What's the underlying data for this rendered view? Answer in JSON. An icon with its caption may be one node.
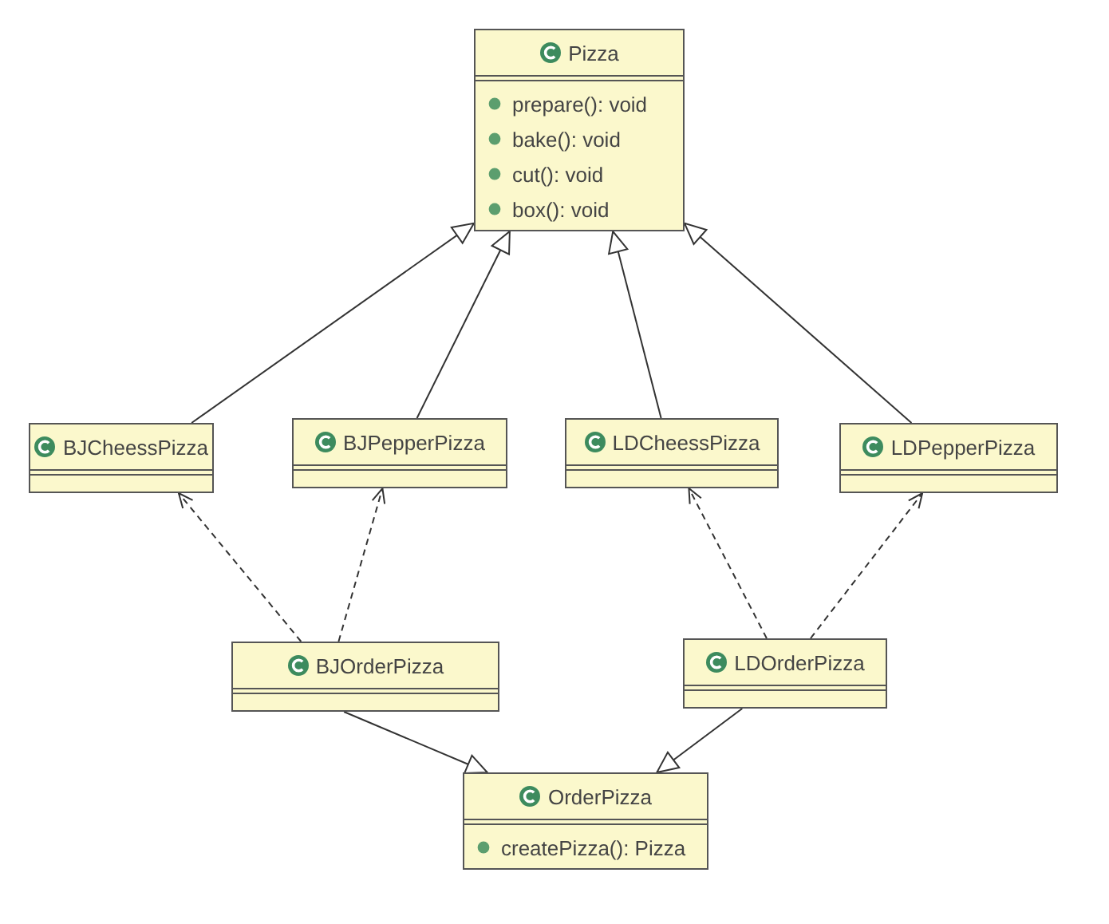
{
  "diagram": {
    "nodes": [
      {
        "text": [
          "Pizza",
          "prepare(): void",
          "bake(): void",
          "cut(): void",
          "box(): void"
        ]
      },
      {
        "text": [
          "BJCheessPizza"
        ]
      },
      {
        "text": [
          "BJPepperPizza"
        ]
      },
      {
        "text": [
          "LDCheessPizza"
        ]
      },
      {
        "text": [
          "LDPepperPizza"
        ]
      },
      {
        "text": [
          "BJOrderPizza"
        ]
      },
      {
        "text": [
          "LDOrderPizza"
        ]
      },
      {
        "text": [
          "OrderPizza",
          "createPizza(): Pizza"
        ]
      }
    ],
    "edges": [
      {
        "from": 1,
        "to": 0,
        "arrow": "to"
      },
      {
        "from": 2,
        "to": 0,
        "arrow": "to"
      },
      {
        "from": 3,
        "to": 0,
        "arrow": "to"
      },
      {
        "from": 4,
        "to": 0,
        "arrow": "to"
      },
      {
        "from": 5,
        "to": 1,
        "arrow": "to",
        "style": "dashed"
      },
      {
        "from": 5,
        "to": 2,
        "arrow": "to",
        "style": "dashed"
      },
      {
        "from": 6,
        "to": 3,
        "arrow": "to",
        "style": "dashed"
      },
      {
        "from": 6,
        "to": 4,
        "arrow": "to",
        "style": "dashed"
      },
      {
        "from": 5,
        "to": 7,
        "arrow": "to"
      },
      {
        "from": 6,
        "to": 7,
        "arrow": "to"
      }
    ]
  }
}
